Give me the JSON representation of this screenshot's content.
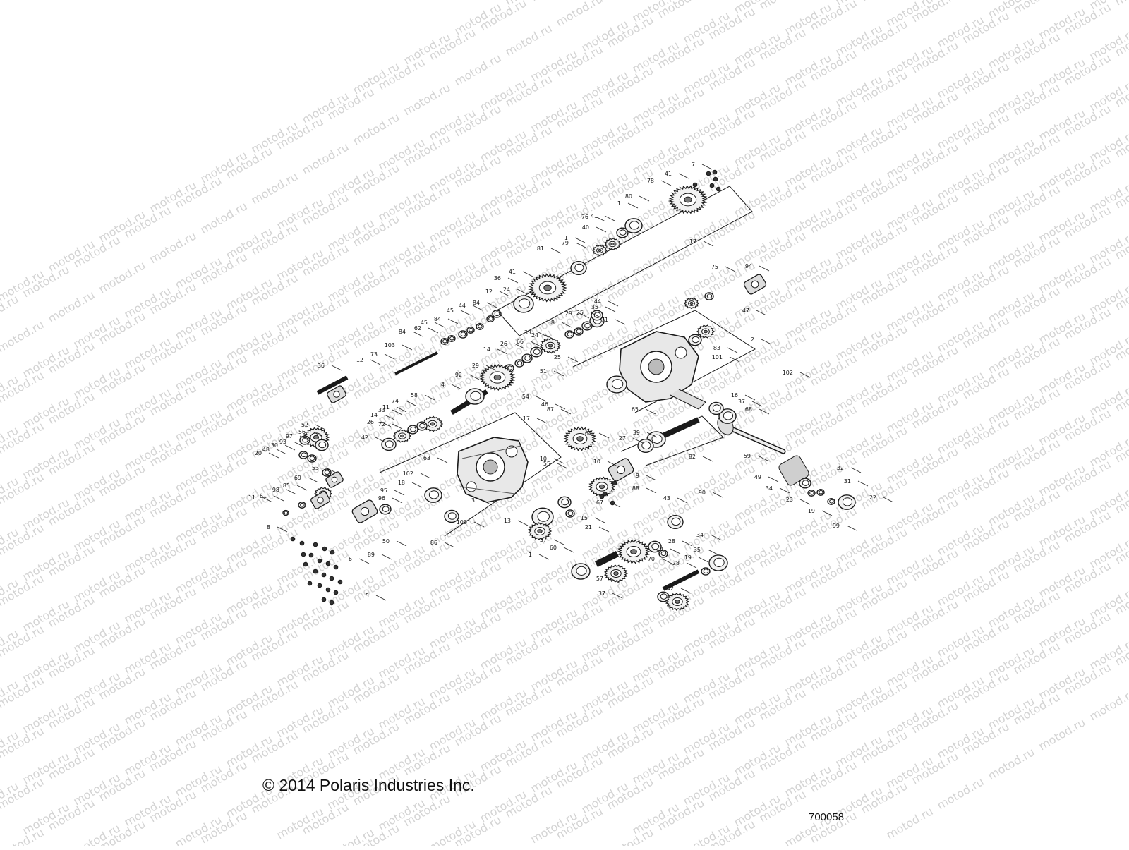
{
  "watermark": {
    "text": "motod.ru"
  },
  "footer": {
    "copyright": "© 2014 Polaris Industries Inc.",
    "diagram_number": "700058"
  },
  "callouts": [
    "7",
    "41",
    "78",
    "80",
    "1",
    "41",
    "76",
    "40",
    "79",
    "1",
    "17",
    "81",
    "41",
    "36",
    "94",
    "75",
    "47",
    "24",
    "12",
    "84",
    "44",
    "45",
    "84",
    "45",
    "62",
    "84",
    "44",
    "35",
    "25",
    "29",
    "38",
    "71",
    "2",
    "83",
    "101",
    "102",
    "103",
    "73",
    "12",
    "24",
    "66",
    "26",
    "14",
    "33",
    "25",
    "29",
    "92",
    "65",
    "36",
    "51",
    "54",
    "46",
    "87",
    "4",
    "58",
    "74",
    "11",
    "33",
    "14",
    "26",
    "72",
    "42",
    "16",
    "37",
    "68",
    "64",
    "17",
    "52",
    "56",
    "97",
    "93",
    "30",
    "48",
    "20",
    "63",
    "55",
    "10",
    "82",
    "39",
    "27",
    "59",
    "102",
    "53",
    "69",
    "85",
    "98",
    "61",
    "11",
    "18",
    "96",
    "95",
    "3",
    "10",
    "88",
    "9",
    "67",
    "100",
    "86",
    "13",
    "60",
    "21",
    "37",
    "15",
    "50",
    "89",
    "6",
    "5",
    "8",
    "1",
    "28",
    "34",
    "14",
    "70",
    "57",
    "37",
    "42",
    "28",
    "19",
    "35",
    "32",
    "31",
    "49",
    "34",
    "23",
    "19",
    "99",
    "22",
    "90",
    "43"
  ],
  "colors": {
    "line": "#1a1a1a",
    "part_fill": "#f2f2f2",
    "shadow": "#7a7a7a",
    "watermark": "#d3d3d3"
  }
}
